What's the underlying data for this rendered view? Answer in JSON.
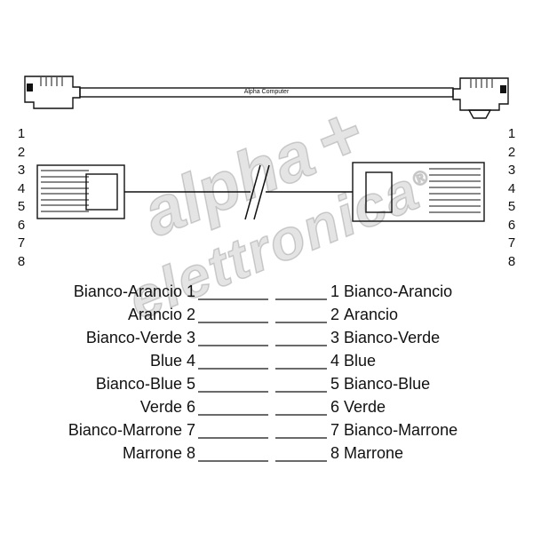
{
  "watermark": {
    "brand_top": "alpha",
    "plus": "+",
    "brand_bottom": "elettronica",
    "registered": "®"
  },
  "top_cable": {
    "label": "Alpha Computer"
  },
  "middle": {
    "left_pin_numbers": [
      "1",
      "2",
      "3",
      "4",
      "5",
      "6",
      "7",
      "8"
    ],
    "right_pin_numbers": [
      "1",
      "2",
      "3",
      "4",
      "5",
      "6",
      "7",
      "8"
    ]
  },
  "pinout": {
    "left": [
      {
        "label": "Bianco-Arancio",
        "pin": "1"
      },
      {
        "label": "Arancio",
        "pin": "2"
      },
      {
        "label": "Bianco-Verde",
        "pin": "3"
      },
      {
        "label": "Blue",
        "pin": "4"
      },
      {
        "label": "Bianco-Blue",
        "pin": "5"
      },
      {
        "label": "Verde",
        "pin": "6"
      },
      {
        "label": "Bianco-Marrone",
        "pin": "7"
      },
      {
        "label": "Marrone",
        "pin": "8"
      }
    ],
    "right": [
      {
        "pin": "1",
        "label": "Bianco-Arancio"
      },
      {
        "pin": "2",
        "label": "Arancio"
      },
      {
        "pin": "3",
        "label": "Bianco-Verde"
      },
      {
        "pin": "4",
        "label": "Blue"
      },
      {
        "pin": "5",
        "label": "Bianco-Blue"
      },
      {
        "pin": "6",
        "label": "Verde"
      },
      {
        "pin": "7",
        "label": "Bianco-Marrone"
      },
      {
        "pin": "8",
        "label": "Marrone"
      }
    ]
  }
}
